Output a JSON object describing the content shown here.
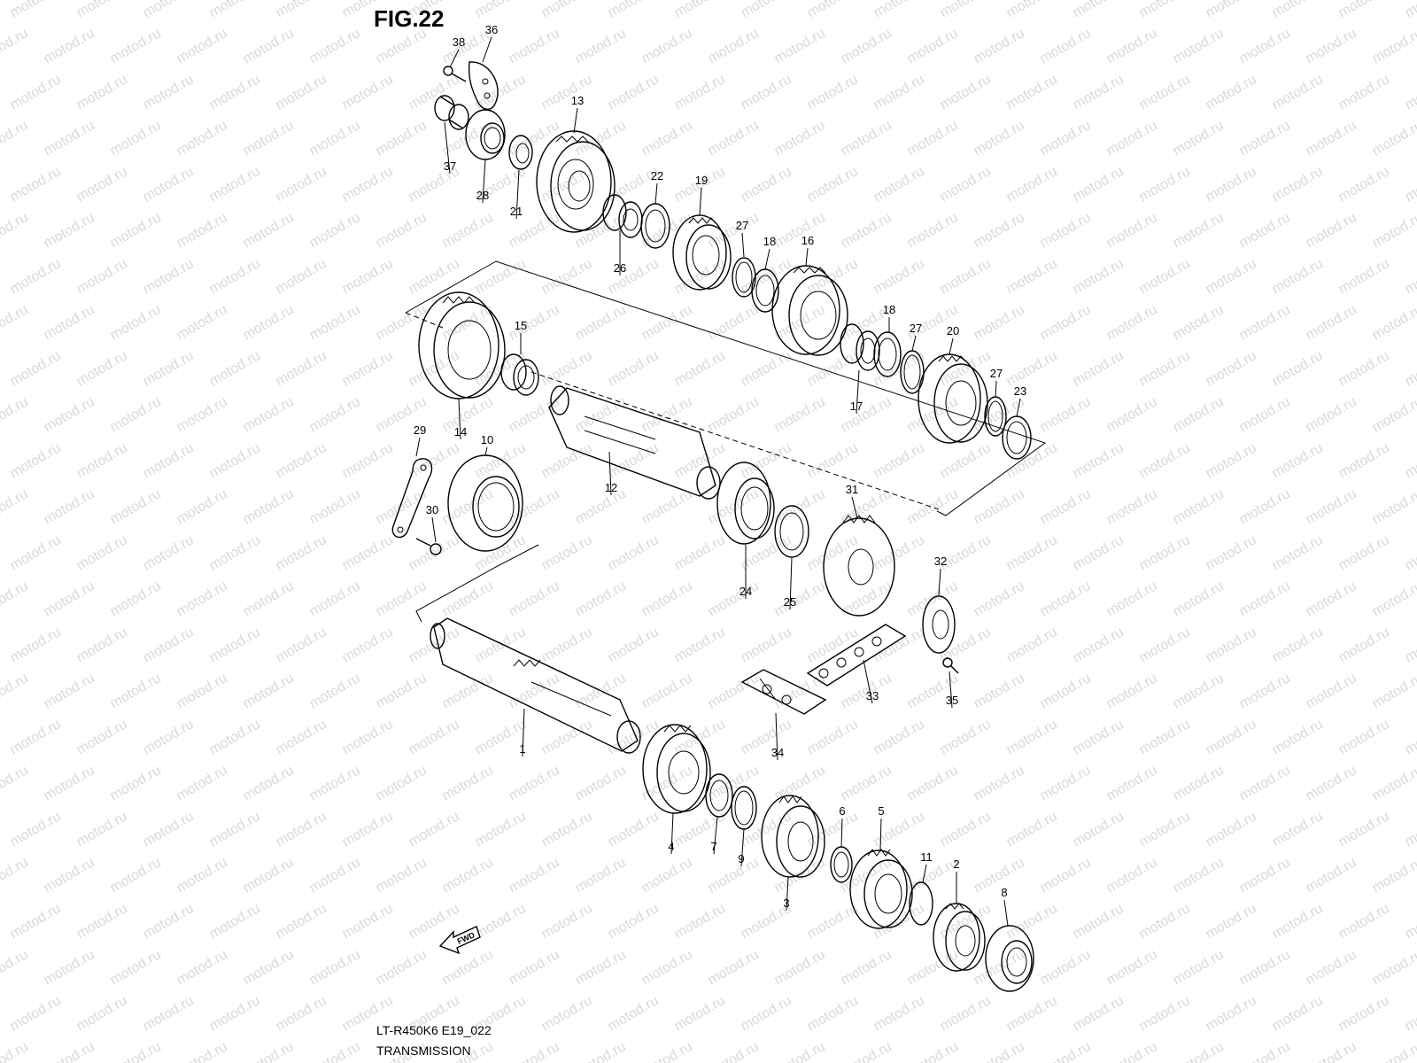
{
  "figure": {
    "title": "FIG.22"
  },
  "footer": {
    "code": "LT-R450K6 E19_022",
    "name": "TRANSMISSION"
  },
  "watermark": {
    "text": "motod.ru",
    "color": "#d9d9d9"
  },
  "fwd_label": "FWD",
  "callouts": [
    {
      "label": "38"
    },
    {
      "label": "36"
    },
    {
      "label": "13"
    },
    {
      "label": "37"
    },
    {
      "label": "28"
    },
    {
      "label": "21"
    },
    {
      "label": "22"
    },
    {
      "label": "19"
    },
    {
      "label": "26"
    },
    {
      "label": "27"
    },
    {
      "label": "18"
    },
    {
      "label": "16"
    },
    {
      "label": "15"
    },
    {
      "label": "14"
    },
    {
      "label": "18"
    },
    {
      "label": "27"
    },
    {
      "label": "20"
    },
    {
      "label": "17"
    },
    {
      "label": "27"
    },
    {
      "label": "23"
    },
    {
      "label": "29"
    },
    {
      "label": "10"
    },
    {
      "label": "12"
    },
    {
      "label": "30"
    },
    {
      "label": "31"
    },
    {
      "label": "24"
    },
    {
      "label": "25"
    },
    {
      "label": "32"
    },
    {
      "label": "33"
    },
    {
      "label": "35"
    },
    {
      "label": "34"
    },
    {
      "label": "1"
    },
    {
      "label": "4"
    },
    {
      "label": "7"
    },
    {
      "label": "9"
    },
    {
      "label": "3"
    },
    {
      "label": "6"
    },
    {
      "label": "5"
    },
    {
      "label": "11"
    },
    {
      "label": "2"
    },
    {
      "label": "8"
    }
  ]
}
